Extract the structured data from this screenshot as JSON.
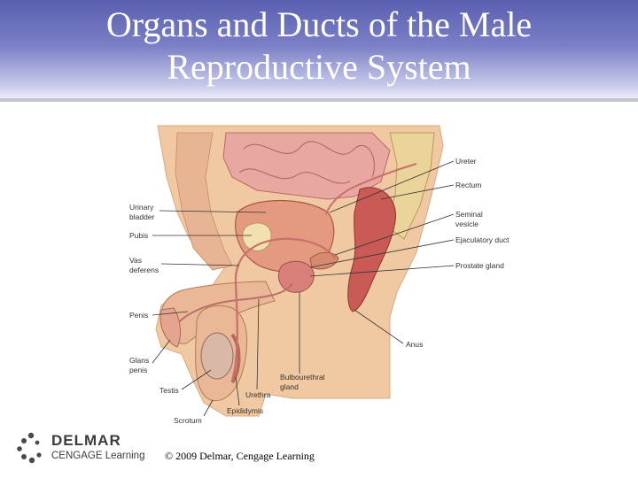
{
  "title": {
    "line1": "Organs and Ducts of the Male",
    "line2": "Reproductive System"
  },
  "labels": {
    "ureter": "Ureter",
    "rectum": "Rectum",
    "seminal_vesicle_1": "Seminal",
    "seminal_vesicle_2": "vesicle",
    "ejaculatory_duct": "Ejaculatory duct",
    "prostate_gland": "Prostate gland",
    "anus": "Anus",
    "urinary_bladder_1": "Urinary",
    "urinary_bladder_2": "bladder",
    "pubis": "Pubis",
    "vas_deferens_1": "Vas",
    "vas_deferens_2": "deferens",
    "penis": "Penis",
    "glans_penis_1": "Glans",
    "glans_penis_2": "penis",
    "testis": "Testis",
    "scrotum": "Scrotum",
    "urethra": "Urethra",
    "epididymis": "Epididymis",
    "bulbourethral_1": "Bulbourethral",
    "bulbourethral_2": "gland"
  },
  "footer": {
    "logo_name": "DELMAR",
    "logo_sub": "CENGAGE Learning",
    "copyright": "© 2009 Delmar, Cengage Learning"
  },
  "colors": {
    "header_top": "#5a5fb0",
    "skin": "#f0c9a2",
    "muscle": "#c96b5a",
    "tissue_light": "#ebbd9b"
  }
}
